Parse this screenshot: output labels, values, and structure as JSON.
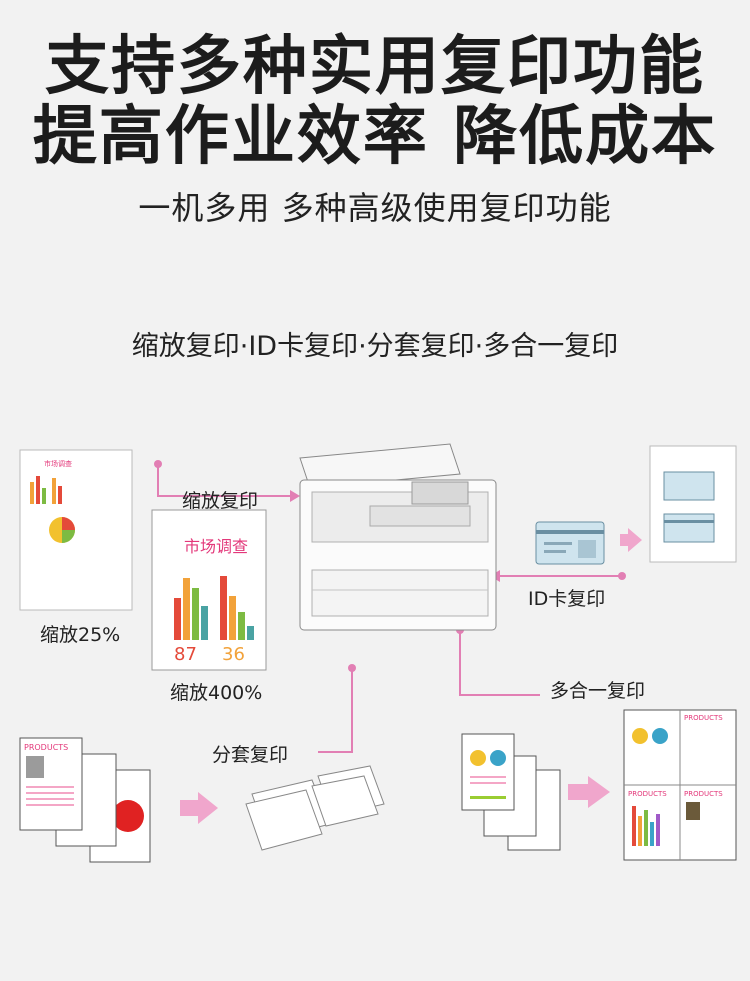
{
  "header": {
    "title_line1": "支持多种实用复印功能",
    "title_line2": "提高作业效率 降低成本",
    "subtitle": "一机多用 多种高级使用复印功能"
  },
  "features_line": "缩放复印·ID卡复印·分套复印·多合一复印",
  "labels": {
    "reduce_copy": "缩放复印",
    "reduce_25": "缩放25%",
    "enlarge_400": "缩放400%",
    "id_copy": "ID卡复印",
    "collate_copy": "分套复印",
    "n_in_1_copy": "多合一复印"
  },
  "poster": {
    "title": "市场调查",
    "value_left": "87",
    "value_right": "36",
    "small_title": "市场调查"
  },
  "doc_heading": "PRODUCTS",
  "colors": {
    "accent_pink": "#e27fb4",
    "arrow_pink": "#f0a6cc",
    "poster_title": "#e3387a"
  },
  "icons": [
    "printer-icon",
    "id-card-icon",
    "arrow-right-icon"
  ]
}
